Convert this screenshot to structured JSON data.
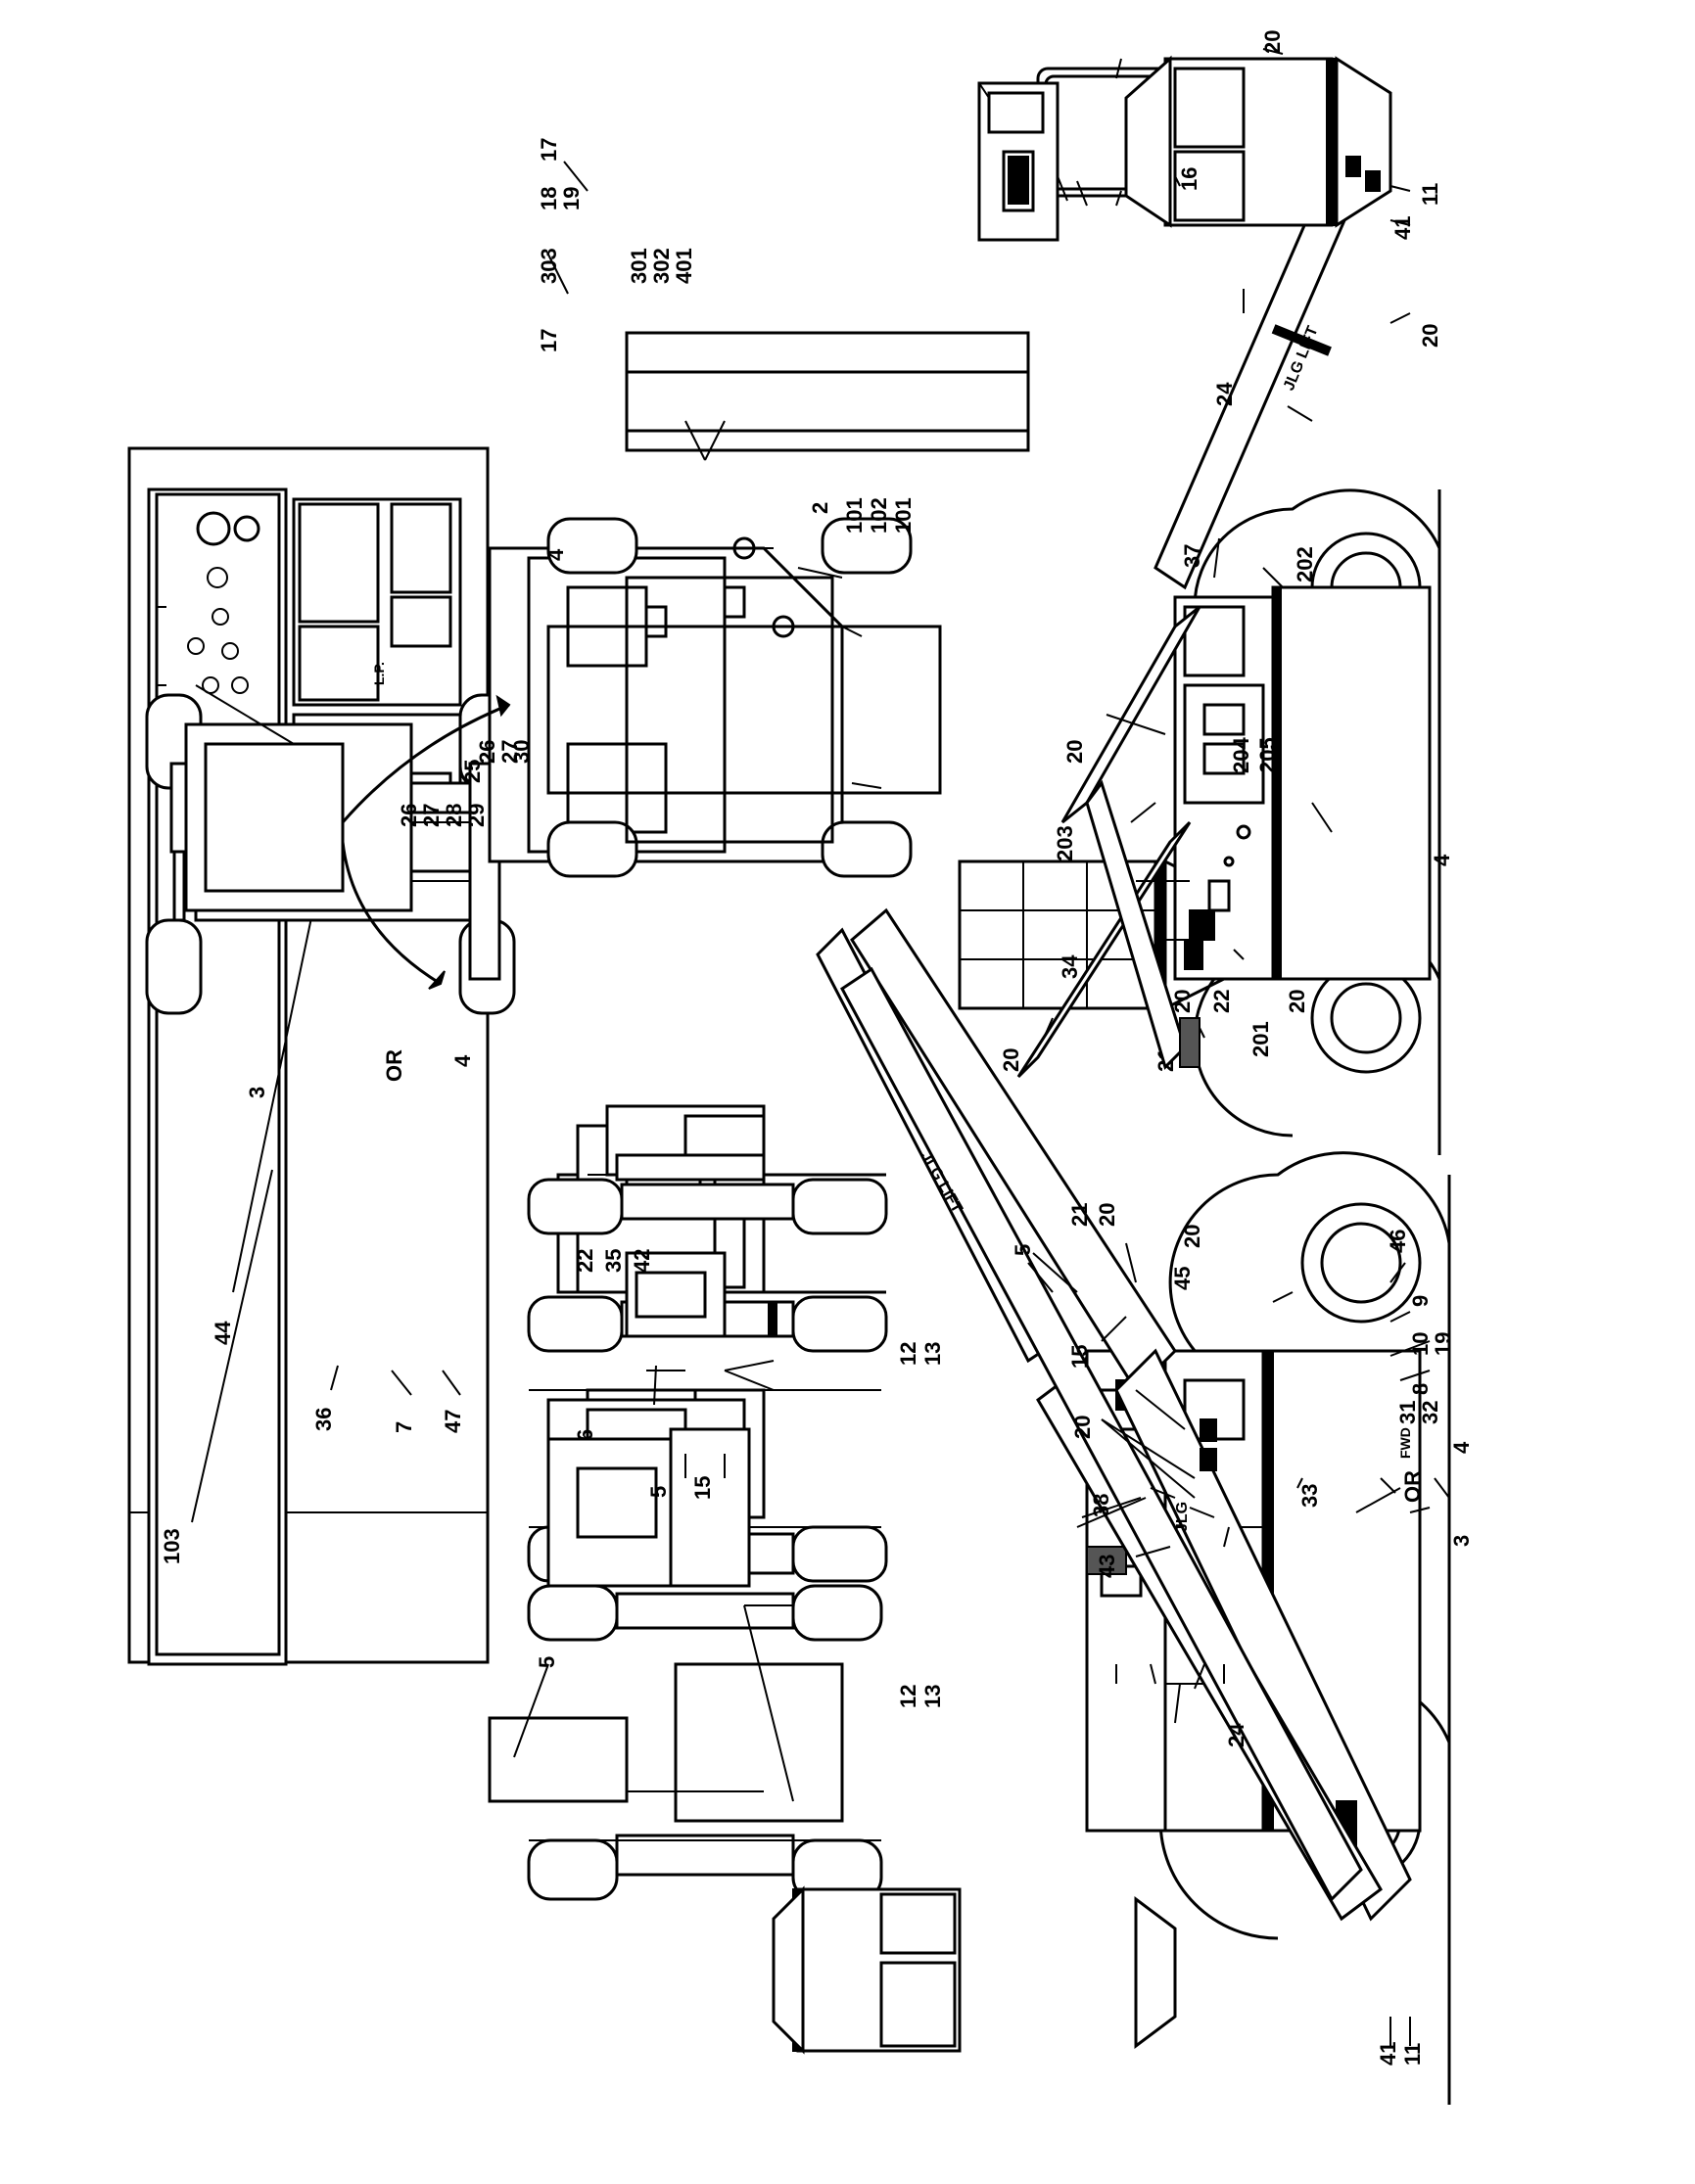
{
  "labels": {
    "l_103": "103",
    "l_44": "44",
    "l_36": "36",
    "l_7": "7",
    "l_47": "47",
    "l_5a": "5",
    "l_12a": "12",
    "l_13a": "13",
    "l_6": "6",
    "l_5b": "5",
    "l_15a": "15",
    "l_22a": "22",
    "l_35": "35",
    "l_42": "42",
    "l_12b": "12",
    "l_13b": "13",
    "l_3a": "3",
    "l_OR_a": "OR",
    "l_4a": "4",
    "l_26a": "26",
    "l_27a": "27",
    "l_28": "28",
    "l_29": "29",
    "l_30": "30",
    "l_25": "25",
    "l_26b": "26",
    "l_27b": "27",
    "l_2": "2",
    "l_101a": "101",
    "l_102": "102",
    "l_101b": "101",
    "l_4b": "4",
    "l_17a": "17",
    "l_18": "18",
    "l_19a": "19",
    "l_303": "303",
    "l_17b": "17",
    "l_301": "301",
    "l_302": "302",
    "l_401": "401",
    "l_20a": "20",
    "l_21a": "21",
    "l_20b": "20",
    "l_16": "16",
    "l_11a": "11",
    "l_41a": "41",
    "l_20c": "20",
    "l_24a": "24",
    "l_37": "37",
    "l_202": "202",
    "l_20d": "20",
    "l_203": "203",
    "l_204": "204",
    "l_205": "205",
    "l_4c": "4",
    "l_34": "34",
    "l_20e": "20",
    "l_22b": "22",
    "l_201": "201",
    "l_20f": "20",
    "l_5c": "5",
    "l_21b": "21",
    "l_20g": "20",
    "l_45": "45",
    "l_20h": "20",
    "l_15b": "15",
    "l_20i": "20",
    "l_46": "46",
    "l_9": "9",
    "l_10": "10",
    "l_19b": "19",
    "l_8": "8",
    "l_31": "31",
    "l_32": "32",
    "l_38": "38",
    "l_33": "33",
    "l_43": "43",
    "l_4d": "4",
    "l_OR_b": "OR",
    "l_3b": "3",
    "l_24b": "24",
    "l_41b": "41",
    "l_11b": "11"
  },
  "decals": {
    "jlg": "JLG",
    "jlg_lift": "JLG LIFT",
    "fwd": "FWD",
    "lp": "L.P."
  }
}
